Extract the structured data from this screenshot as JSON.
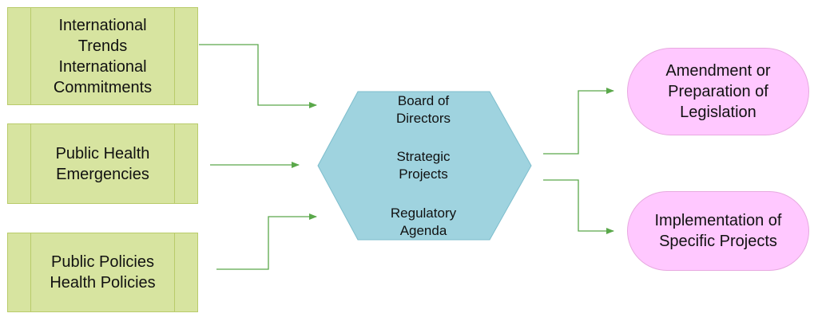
{
  "diagram": {
    "inputs": [
      {
        "lines": [
          "International",
          "Trends",
          "International",
          "Commitments"
        ]
      },
      {
        "lines": [
          "Public Health",
          "Emergencies"
        ]
      },
      {
        "lines": [
          "Public Policies",
          "Health Policies"
        ]
      }
    ],
    "center": {
      "groups": [
        {
          "lines": [
            "Board of",
            "Directors"
          ]
        },
        {
          "lines": [
            "Strategic",
            "Projects"
          ]
        },
        {
          "lines": [
            "Regulatory",
            "Agenda"
          ]
        }
      ]
    },
    "outputs": [
      {
        "lines": [
          "Amendment or",
          "Preparation of",
          "Legislation"
        ]
      },
      {
        "lines": [
          "Implementation of",
          "Specific Projects"
        ]
      }
    ],
    "colors": {
      "input_fill": "#d7e4a0",
      "input_border": "#b9cb6a",
      "center_fill": "#9fd3df",
      "center_border": "#7dbdcc",
      "output_fill": "#ffc8ff",
      "output_border": "#e7a9e0",
      "connector": "#5aa84a"
    }
  }
}
